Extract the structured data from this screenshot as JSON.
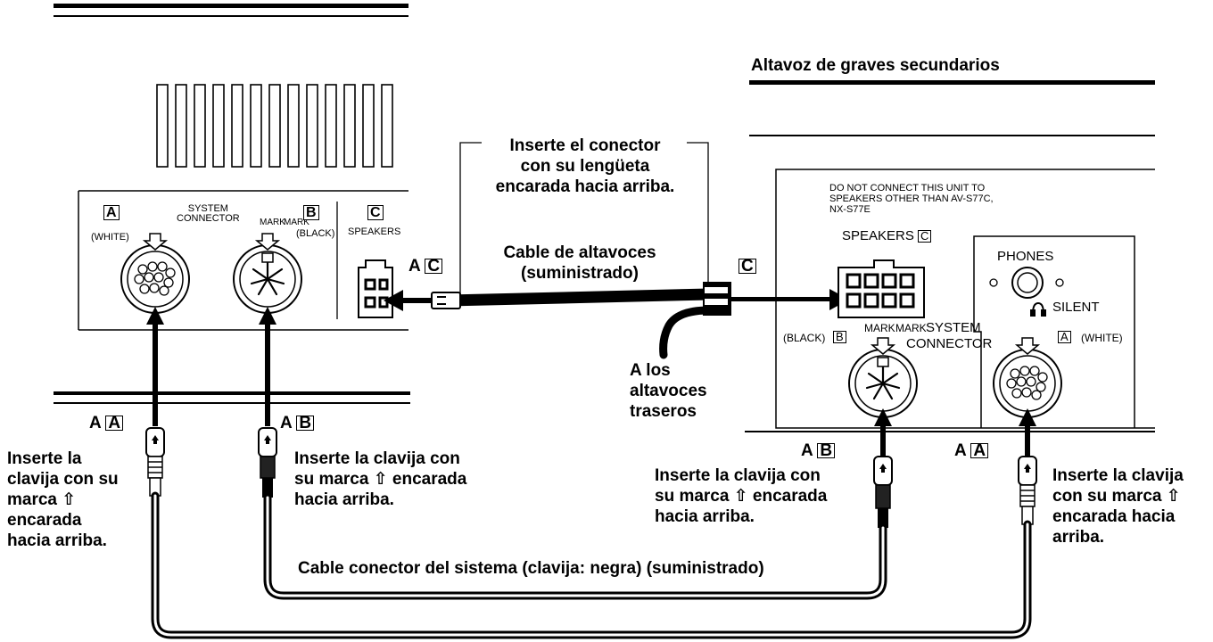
{
  "header": {
    "right_title": "Altavoz de graves secundarios"
  },
  "main_unit": {
    "system_connector_label": "SYSTEM\nCONNECTOR",
    "mark_left": "MARK",
    "mark_right": "MARK",
    "jack_a_box": "A",
    "jack_a_color": "(WHITE)",
    "jack_b_box": "B",
    "jack_b_color": "(BLACK)",
    "speakers_box": "C",
    "speakers_label": "SPEAKERS"
  },
  "subwoofer": {
    "warning": "DO NOT CONNECT THIS UNIT TO\nSPEAKERS OTHER THAN AV-S77C,\nNX-S77E",
    "speakers_label": "SPEAKERS",
    "speakers_box": "C",
    "phones_label": "PHONES",
    "silent_label": "SILENT",
    "mark_left": "MARK",
    "mark_right": "MARK",
    "system_label": "SYSTEM",
    "connector_label": "CONNECTOR",
    "jack_b_color": "(BLACK)",
    "jack_b_box": "B",
    "jack_a_box": "A",
    "jack_a_color": "(WHITE)"
  },
  "callouts": {
    "tab_note": "Inserte el conector\ncon su lengüeta\nencarada hacia arriba.",
    "speaker_cable": "Cable de altavoces\n(suministrado)",
    "to_a_prefix": "A",
    "to_a_box": "C",
    "to_c_box": "C",
    "rear_speakers": "A los\naltavoces\ntraseros",
    "left_a_prefix": "A",
    "left_a_box": "A",
    "left_b_prefix": "A",
    "left_b_box": "B",
    "right_b_prefix": "A",
    "right_b_box": "B",
    "right_a_prefix": "A",
    "right_a_box": "A",
    "plug_note_1": "Inserte la\nclavija con su\nmarca ⇧\nencarada\nhacia arriba.",
    "plug_note_2": "Inserte la clavija con\nsu marca ⇧ encarada\nhacia arriba.",
    "plug_note_3": "Inserte la clavija con\nsu marca ⇧ encarada\nhacia arriba.",
    "plug_note_4": "Inserte la clavija\ncon su marca ⇧\nencarada hacia\narriba.",
    "system_cable": "Cable conector del sistema (clavija: negra) (suministrado)"
  }
}
